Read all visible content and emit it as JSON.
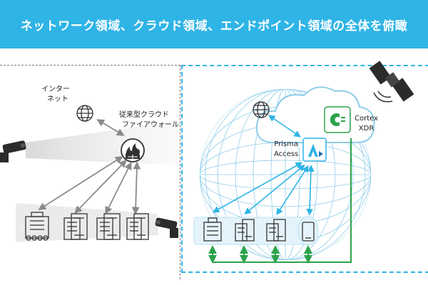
{
  "header": {
    "title": "ネットワーク領域、クラウド領域、エンドポイント領域の全体を俯瞰"
  },
  "left_panel": {
    "internet_label_line1": "インター",
    "internet_label_line2": "ネット",
    "firewall_label_line1": "従来型クラウド",
    "firewall_label_line2": "ファイアウォール"
  },
  "right_panel": {
    "prisma_label_line1": "Prisma",
    "prisma_label_line2": "Access",
    "cortex_label_line1": "Cortex",
    "cortex_label_line2": "XDR"
  },
  "colors": {
    "banner": "#2fb4e6",
    "arrow_blue": "#2fb4e6",
    "arrow_green": "#2ca24a",
    "arrow_gray": "#8a8a8a"
  }
}
